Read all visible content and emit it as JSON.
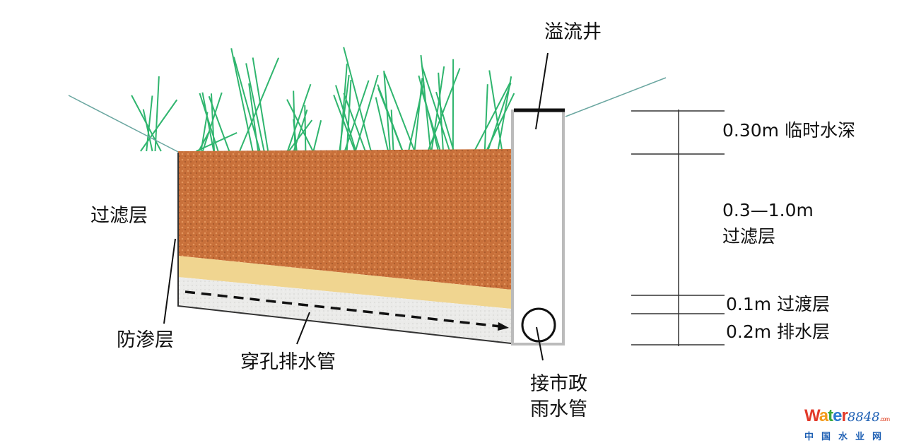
{
  "labels": {
    "overflow_well": "溢流井",
    "filter_layer": "过滤层",
    "impermeable_layer": "防渗层",
    "perforated_pipe": "穿孔排水管",
    "municipal_pipe_line1": "接市政",
    "municipal_pipe_line2": "雨水管"
  },
  "dimensions": {
    "ponding": "0.30m 临时水深",
    "filter_range": "0.3—1.0m",
    "filter_name": "过滤层",
    "transition": "0.1m 过渡层",
    "drainage": "0.2m 排水层"
  },
  "watermark": {
    "brand_w": "W",
    "brand_a": "a",
    "brand_t": "t",
    "brand_e": "e",
    "brand_r": "r",
    "brand_num": "8848",
    "brand_com": ".com",
    "brand_cn": "中国水业网"
  },
  "colors": {
    "soil": "#c8703a",
    "transition": "#f0d590",
    "drainage": "#e8e8e6",
    "grass": "#2fb56e",
    "ground_line": "#6aa6a0"
  }
}
